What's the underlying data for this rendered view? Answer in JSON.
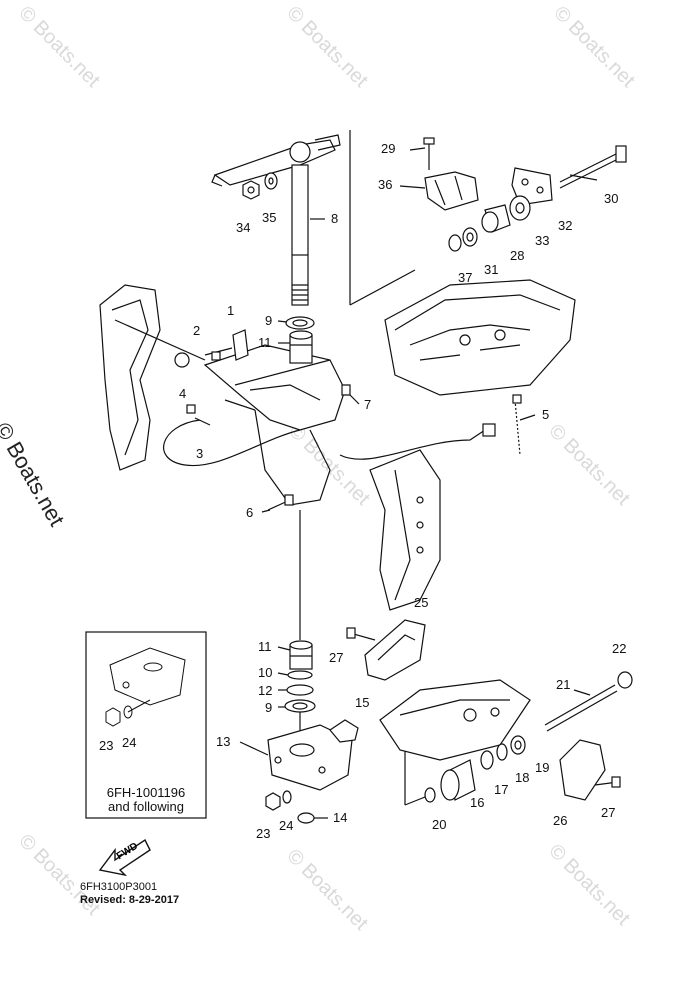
{
  "watermark": "© Boats.net",
  "callouts": {
    "c1": "1",
    "c2": "2",
    "c3": "3",
    "c4": "4",
    "c5": "5",
    "c6": "6",
    "c7": "7",
    "c8": "8",
    "c9": "9",
    "c10": "10",
    "c11": "11",
    "c12": "12",
    "c13": "13",
    "c14": "14",
    "c15": "15",
    "c16": "16",
    "c17": "17",
    "c18": "18",
    "c19": "19",
    "c20": "20",
    "c21": "21",
    "c22": "22",
    "c23": "23",
    "c24": "24",
    "c25": "25",
    "c26": "26",
    "c27": "27",
    "c28": "28",
    "c29": "29",
    "c30": "30",
    "c31": "31",
    "c32": "32",
    "c33": "33",
    "c34": "34",
    "c35": "35",
    "c36": "36",
    "c37": "37"
  },
  "inset": {
    "serial_line1": "6FH-1001196",
    "serial_line2": "and following",
    "label_23": "23",
    "label_24": "24"
  },
  "fwd_label": "FWD",
  "footer": {
    "code": "6FH3100P3001",
    "revised": "Revised: 8-29-2017"
  }
}
